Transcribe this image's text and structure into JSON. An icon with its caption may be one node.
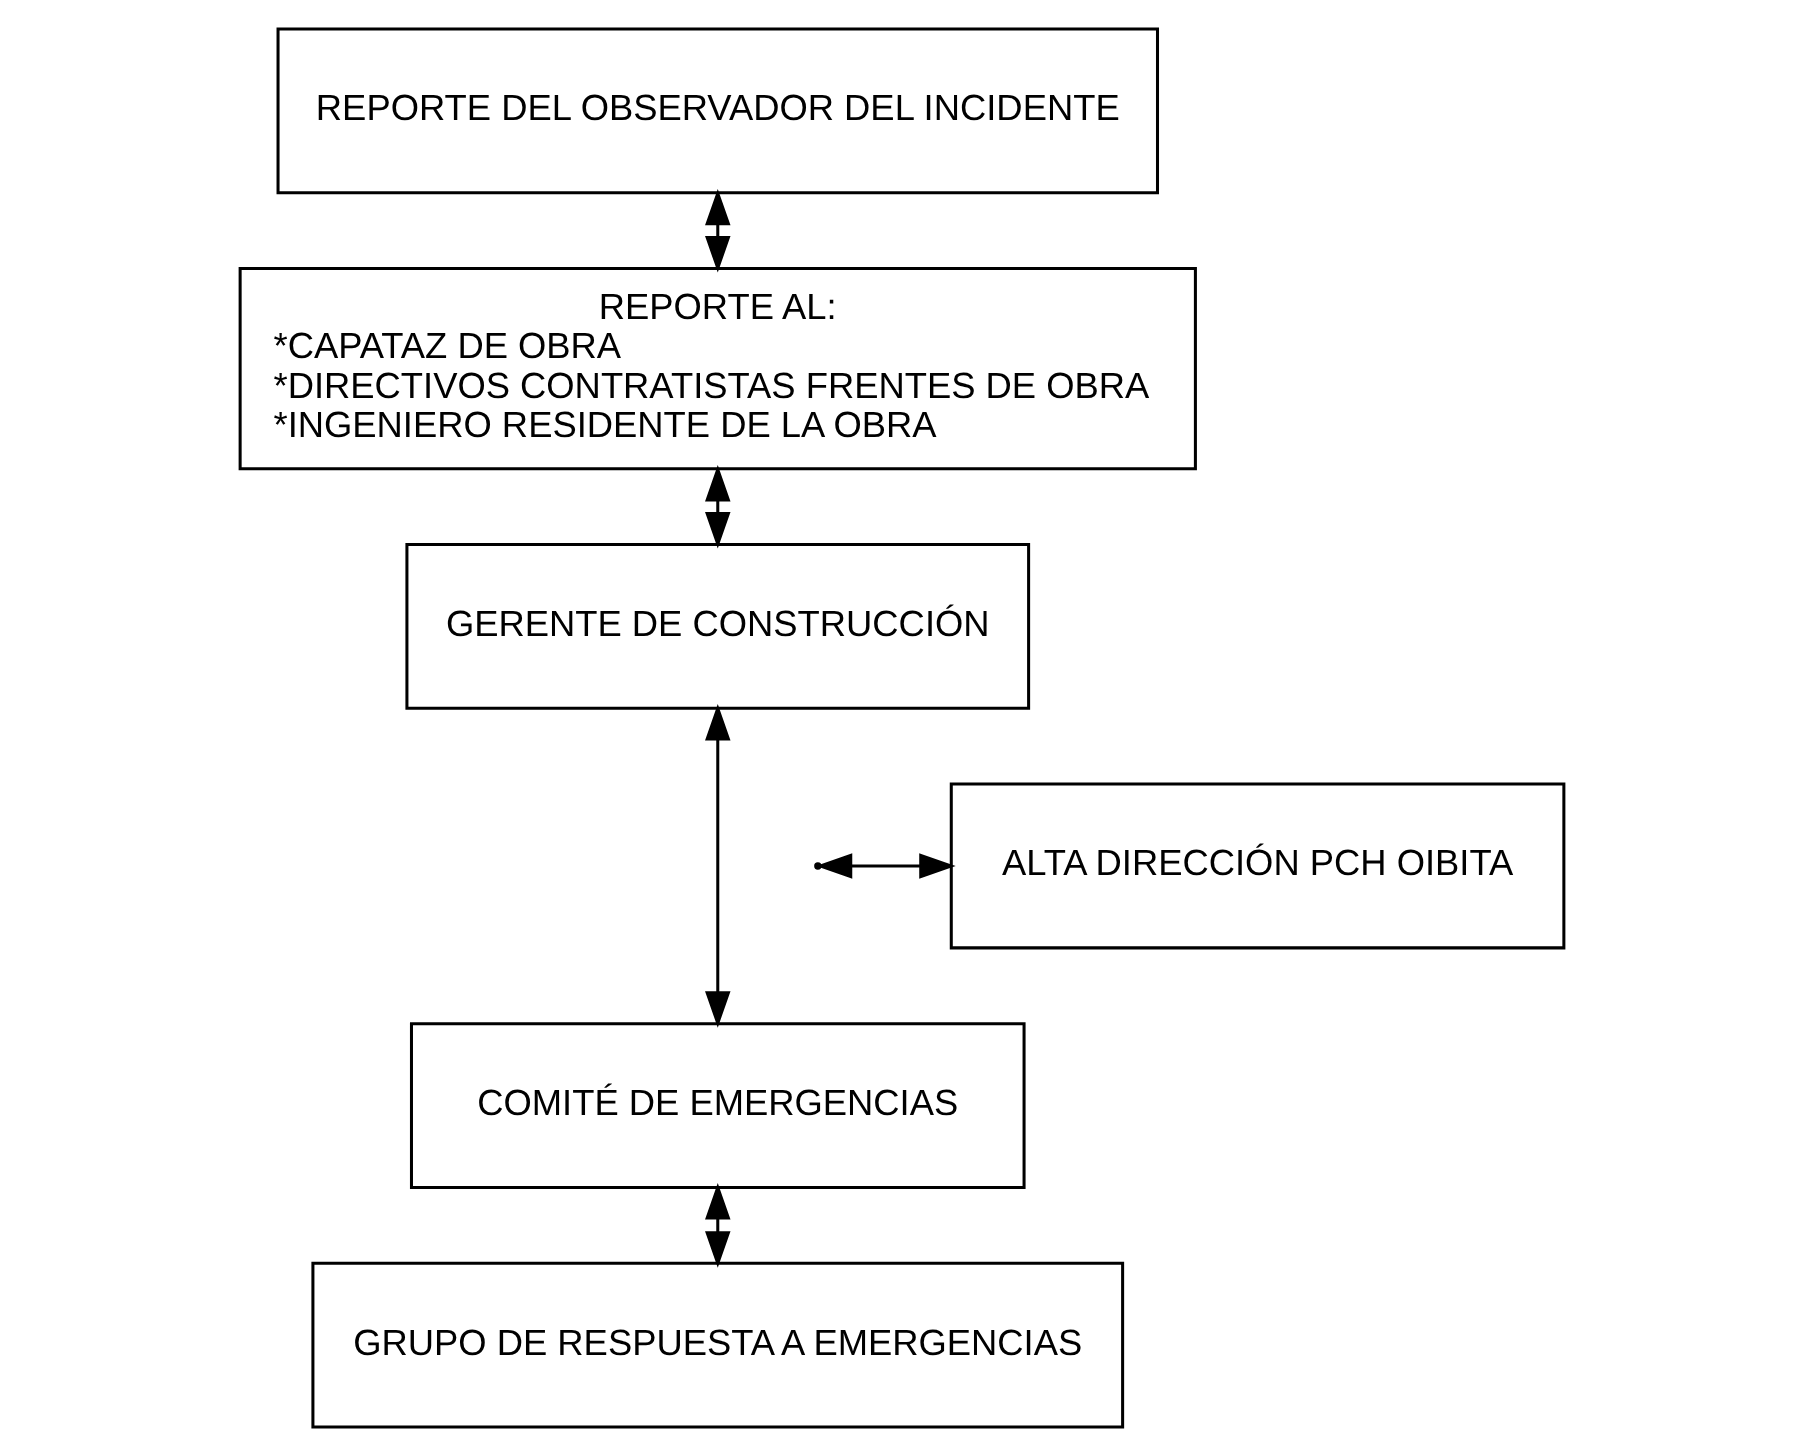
{
  "diagram": {
    "nodes": [
      {
        "text": [
          "REPORTE DEL OBSERVADOR DEL INCIDENTE"
        ]
      },
      {
        "text": [
          "REPORTE AL:",
          "*CAPATAZ DE OBRA",
          "*DIRECTIVOS CONTRATISTAS FRENTES DE OBRA",
          "*INGENIERO RESIDENTE DE LA OBRA"
        ]
      },
      {
        "text": [
          "GERENTE DE CONSTRUCCIÓN"
        ]
      },
      {
        "text": [
          "COMITÉ DE EMERGENCIAS"
        ]
      },
      {
        "text": [
          "ALTA DIRECCIÓN PCH OIBITA"
        ]
      },
      {
        "text": [
          "GRUPO DE RESPUESTA A EMERGENCIAS"
        ]
      }
    ],
    "edges": [
      {
        "from": 0,
        "to": 1,
        "arrow": "both"
      },
      {
        "from": 1,
        "to": 2,
        "arrow": "both"
      },
      {
        "from": 2,
        "to": 3,
        "arrow": "both"
      },
      {
        "from": null,
        "to": 4,
        "arrow": "both"
      },
      {
        "from": 3,
        "to": 5,
        "arrow": "both"
      }
    ]
  }
}
